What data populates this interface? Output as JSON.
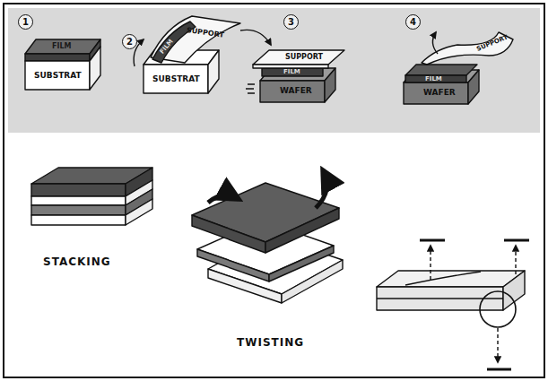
{
  "diagram": {
    "labels": [
      "1",
      "FILM",
      "SUBSTRAT",
      "2",
      "SUPPORT",
      "FILM",
      "SUBSTRAT",
      "3",
      "SUPPORT",
      "FILM",
      "WAFER",
      "4",
      "SUPPORT",
      "FILM",
      "WAFER",
      "STACKING",
      "TWISTING"
    ]
  }
}
